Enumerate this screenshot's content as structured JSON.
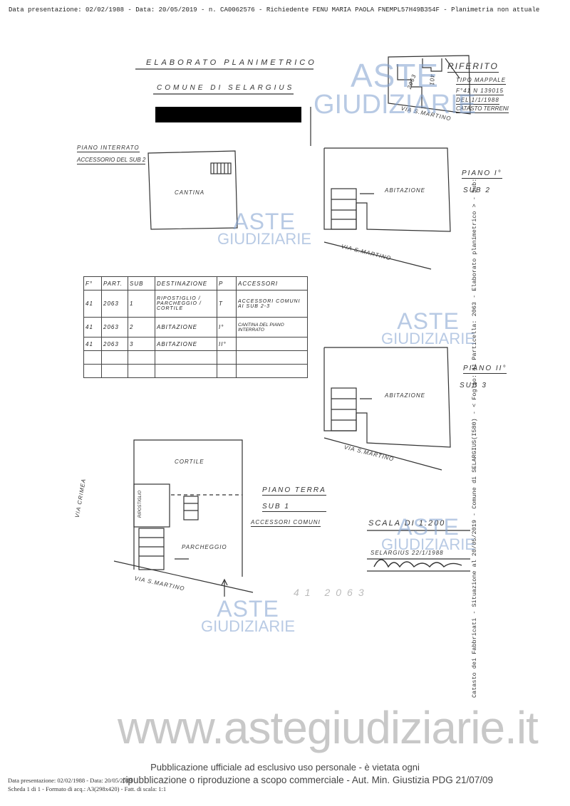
{
  "header": "Data presentazione: 02/02/1988 - Data: 20/05/2019 - n. CA0062576 - Richiedente FENU MARIA PAOLA FNEMPL57H49B354F - Planimetria non attuale",
  "title": "ELABORATO PLANIMETRICO",
  "comune": "COMUNE DI SELARGIUS",
  "riferimento": {
    "label": "RIFERITO",
    "tipo": "TIPO MAPPALE",
    "numero": "F°41 N 139015",
    "data": "DEL 1/1/1988",
    "catasto": "CATASTO TERRENI",
    "particella_main": "2063",
    "particella_adj": "401",
    "via": "VIA S.MARTINO"
  },
  "piano_interrato": {
    "title": "PIANO INTERRATO",
    "subtitle": "ACCESSORIO DEL SUB 2",
    "room": "CANTINA"
  },
  "piano_primo": {
    "title": "PIANO I°",
    "sub": "SUB 2",
    "room": "ABITAZIONE",
    "via": "VIA S.MARTINO"
  },
  "piano_secondo": {
    "title": "PIANO II°",
    "sub": "SUB 3",
    "room": "ABITAZIONE",
    "via": "VIA S.MARTINO"
  },
  "piano_terra": {
    "title": "PIANO TERRA",
    "sub": "SUB 1",
    "subtitle": "ACCESSORI COMUNI",
    "cortile": "CORTILE",
    "ripostiglio": "RIPOSTIGLIO",
    "parcheggio": "PARCHEGGIO",
    "via_crimea": "VIA CRIMEA",
    "via": "VIA S.MARTINO"
  },
  "table": {
    "headers": [
      "F°",
      "PART.",
      "SUB",
      "DESTINAZIONE",
      "P",
      "ACCESSORI"
    ],
    "rows": [
      [
        "41",
        "2063",
        "1",
        "RIPOSTIGLIO / PARCHEGGIO / CORTILE",
        "T",
        "ACCESSORI COMUNI AI SUB 2-3"
      ],
      [
        "41",
        "2063",
        "2",
        "ABITAZIONE",
        "I°",
        "CANTINA DEL PIANO INTERRATO"
      ],
      [
        "41",
        "2063",
        "3",
        "ABITAZIONE",
        "II°",
        ""
      ]
    ]
  },
  "scala": "SCALA DI 1:200",
  "firma_luogo_data": "SELARGIUS 22/1/1988",
  "stamp_faint": "41 2063",
  "side_text": "Catasto dei Fabbricati - Situazione al 20/05/2019 - Comune di SELARGIUS(I580) - < Foglio: 41 Particella: 2063 - Elaborato planimetrico > - Sub:",
  "watermark": {
    "line1": "ASTE",
    "line2": "GIUDIZIARIE",
    "site": "www.astegiudiziarie.it"
  },
  "publication": {
    "line1": "Pubblicazione ufficiale ad esclusivo uso personale - è vietata ogni",
    "line2": "ripubblicazione o riproduzione a scopo commerciale - Aut. Min. Giustizia PDG 21/07/09"
  },
  "footer": {
    "line1": "Data presentazione: 02/02/1988 - Data: 20/05/2019",
    "line2": "Scheda 1 di 1 - Formato di acq.: A3(298x420) - Fatt. di scala: 1:1"
  }
}
